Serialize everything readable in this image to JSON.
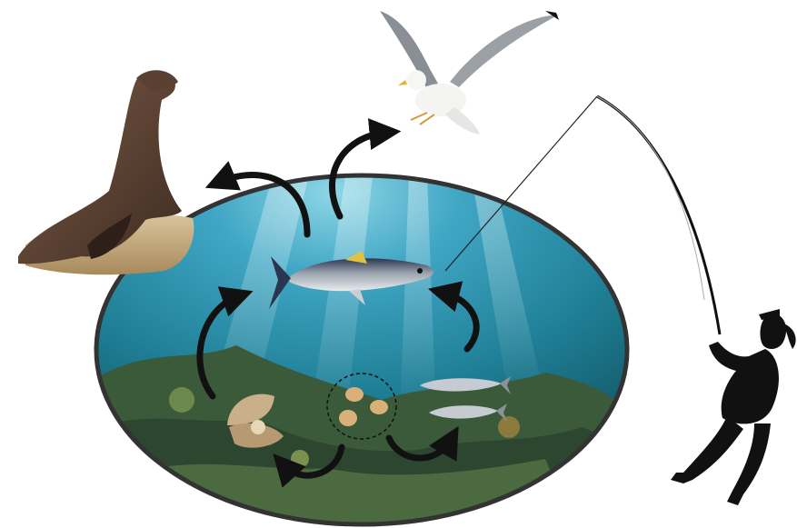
{
  "diagram": {
    "type": "marine food web illustration",
    "background_color": "#ffffff",
    "ocean_colors": {
      "surface": "#3fa6c4",
      "mid": "#1f7f96",
      "deep": "#0f4a55",
      "reef": "#3a5a3a",
      "rim": "#333333"
    },
    "arrow_color": "#111111",
    "organisms": [
      {
        "name": "sea-lion",
        "icon": "sea-lion-icon"
      },
      {
        "name": "seagull",
        "icon": "seagull-icon"
      },
      {
        "name": "tuna",
        "icon": "tuna-icon"
      },
      {
        "name": "anchovy",
        "icon": "anchovy-icon"
      },
      {
        "name": "clam",
        "icon": "clam-icon"
      },
      {
        "name": "plankton",
        "icon": "plankton-icon"
      },
      {
        "name": "fisher",
        "icon": "fisher-silhouette-icon"
      }
    ],
    "flows": [
      {
        "from": "tuna",
        "to": "sea-lion"
      },
      {
        "from": "tuna",
        "to": "seagull"
      },
      {
        "from": "anchovy",
        "to": "tuna"
      },
      {
        "from": "clam",
        "to": "tuna"
      },
      {
        "from": "plankton",
        "to": "anchovy"
      },
      {
        "from": "plankton",
        "to": "clam"
      },
      {
        "from": "tuna",
        "to": "fisher",
        "via": "fishing-line"
      }
    ]
  }
}
